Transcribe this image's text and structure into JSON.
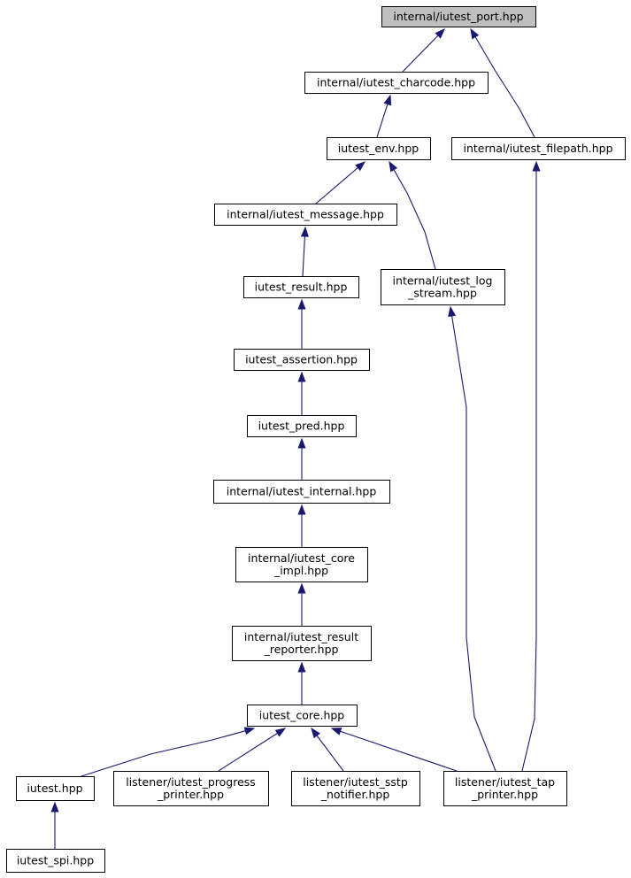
{
  "nodes": [
    {
      "id": "port",
      "lines": [
        "internal/iutest_port.hpp"
      ],
      "highlighted": true
    },
    {
      "id": "charcode",
      "lines": [
        "internal/iutest_charcode.hpp"
      ]
    },
    {
      "id": "env",
      "lines": [
        "iutest_env.hpp"
      ]
    },
    {
      "id": "filepath",
      "lines": [
        "internal/iutest_filepath.hpp"
      ]
    },
    {
      "id": "message",
      "lines": [
        "internal/iutest_message.hpp"
      ]
    },
    {
      "id": "log_stream",
      "lines": [
        "internal/iutest_log",
        "_stream.hpp"
      ]
    },
    {
      "id": "result",
      "lines": [
        "iutest_result.hpp"
      ]
    },
    {
      "id": "assertion",
      "lines": [
        "iutest_assertion.hpp"
      ]
    },
    {
      "id": "pred",
      "lines": [
        "iutest_pred.hpp"
      ]
    },
    {
      "id": "internal",
      "lines": [
        "internal/iutest_internal.hpp"
      ]
    },
    {
      "id": "core_impl",
      "lines": [
        "internal/iutest_core",
        "_impl.hpp"
      ]
    },
    {
      "id": "result_reporter",
      "lines": [
        "internal/iutest_result",
        "_reporter.hpp"
      ]
    },
    {
      "id": "core",
      "lines": [
        "iutest_core.hpp"
      ]
    },
    {
      "id": "iutest",
      "lines": [
        "iutest.hpp"
      ]
    },
    {
      "id": "progress_printer",
      "lines": [
        "listener/iutest_progress",
        "_printer.hpp"
      ]
    },
    {
      "id": "sstp_notifier",
      "lines": [
        "listener/iutest_sstp",
        "_notifier.hpp"
      ]
    },
    {
      "id": "tap_printer",
      "lines": [
        "listener/iutest_tap",
        "_printer.hpp"
      ]
    },
    {
      "id": "spi",
      "lines": [
        "iutest_spi.hpp"
      ]
    }
  ],
  "edges": [
    {
      "from": "charcode",
      "to": "port"
    },
    {
      "from": "filepath",
      "to": "port"
    },
    {
      "from": "env",
      "to": "charcode"
    },
    {
      "from": "message",
      "to": "env"
    },
    {
      "from": "log_stream",
      "to": "env"
    },
    {
      "from": "result",
      "to": "message"
    },
    {
      "from": "assertion",
      "to": "result"
    },
    {
      "from": "pred",
      "to": "assertion"
    },
    {
      "from": "internal",
      "to": "pred"
    },
    {
      "from": "core_impl",
      "to": "internal"
    },
    {
      "from": "result_reporter",
      "to": "core_impl"
    },
    {
      "from": "core",
      "to": "result_reporter"
    },
    {
      "from": "iutest",
      "to": "core"
    },
    {
      "from": "progress_printer",
      "to": "core"
    },
    {
      "from": "sstp_notifier",
      "to": "core"
    },
    {
      "from": "tap_printer",
      "to": "core"
    },
    {
      "from": "tap_printer",
      "to": "log_stream"
    },
    {
      "from": "tap_printer",
      "to": "filepath"
    },
    {
      "from": "spi",
      "to": "iutest"
    }
  ],
  "colors": {
    "edge": "#191970",
    "node_fill": "#ffffff",
    "node_fill_highlight": "#bfbfbf",
    "node_border": "#000000"
  }
}
